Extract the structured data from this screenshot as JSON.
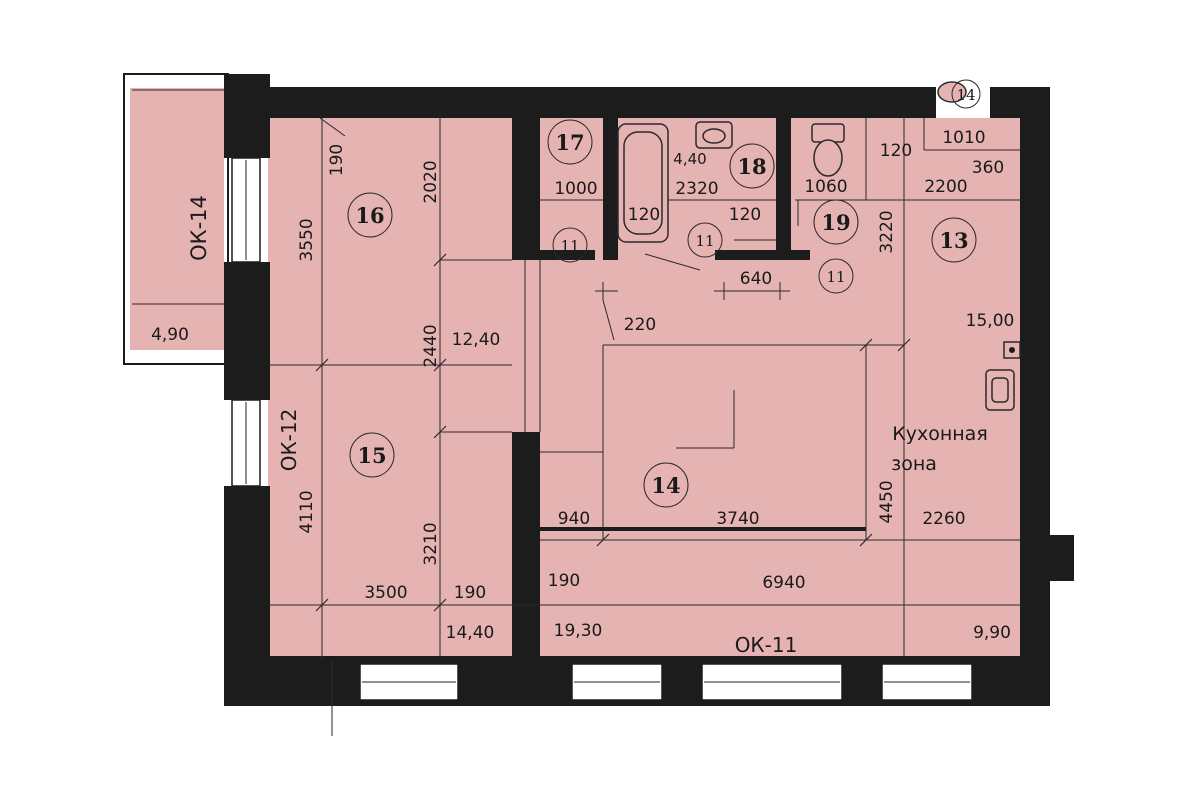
{
  "colors": {
    "floor": "#e6b3b3",
    "wall": "#1c1c1c",
    "window": "#ffffff",
    "line": "#2a2a2a"
  },
  "rooms": {
    "r13": "13",
    "r14": "14",
    "r15": "15",
    "r16": "16",
    "r17": "17",
    "r18": "18",
    "r19": "19",
    "r11a": "11",
    "r11b": "11",
    "r11c": "11",
    "r14small": "14"
  },
  "windows": {
    "ok14": "ОК-14",
    "ok12": "ОК-12",
    "ok11": "ОК-11"
  },
  "kitchen": {
    "line1": "Кухонная",
    "line2": "зона"
  },
  "areas": {
    "balcony": "4,90",
    "a16": "12,40",
    "a15": "14,40",
    "a14": "19,30",
    "a13": "15,00",
    "kitchen": "9,90",
    "a18": "4,40"
  },
  "dims": {
    "d190a": "190",
    "d3550": "3550",
    "d2020": "2020",
    "d2440": "2440",
    "d4110": "4110",
    "d3210": "3210",
    "d3500": "3500",
    "d190b": "190",
    "d1000": "1000",
    "d2320": "2320",
    "d120a": "120",
    "d120b": "120",
    "d1060": "1060",
    "d120c": "120",
    "d2200": "2200",
    "d1010": "1010",
    "d360": "360",
    "d3220": "3220",
    "d640": "640",
    "d220": "220",
    "d940": "940",
    "d3740": "3740",
    "d4450": "4450",
    "d2260": "2260",
    "d190c": "190",
    "d6940": "6940"
  }
}
